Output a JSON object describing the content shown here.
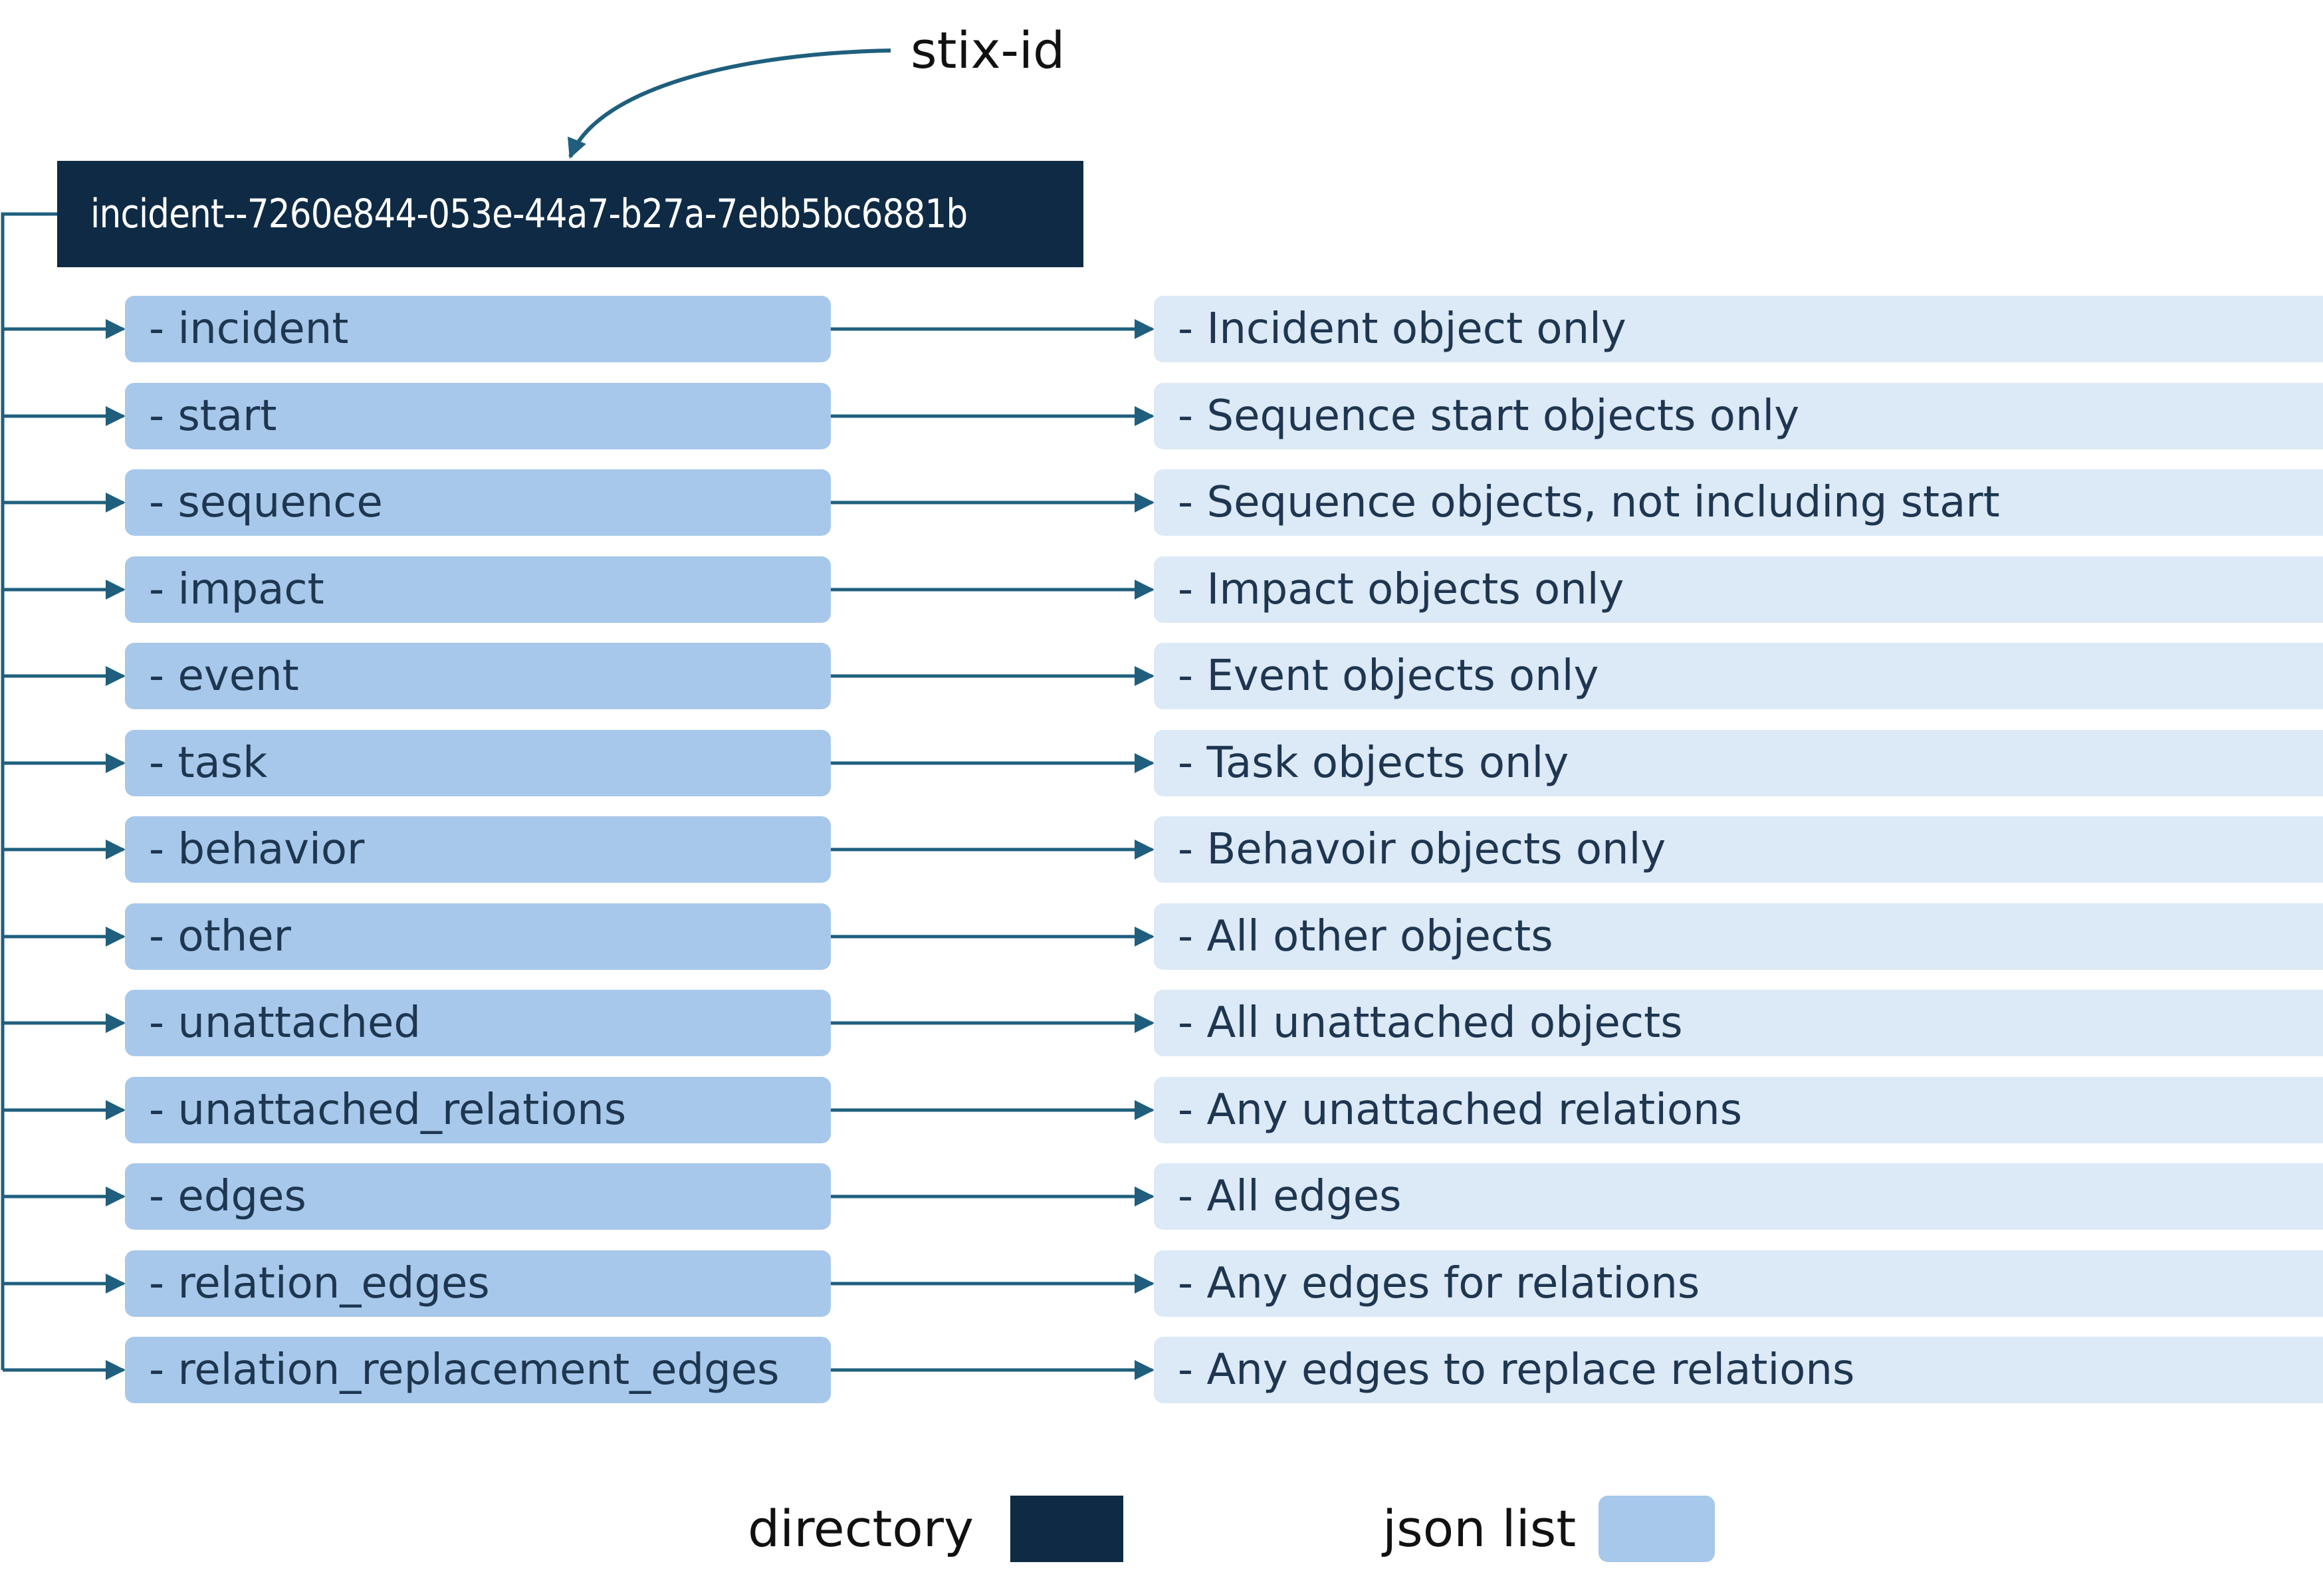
{
  "stix_label": "stix-id",
  "root": {
    "label": "incident--7260e844-053e-44a7-b27a-7ebb5bc6881b",
    "color": "#0f2a44"
  },
  "rows": [
    {
      "key": "- incident",
      "description": "- Incident object only"
    },
    {
      "key": "- start",
      "description": "- Sequence start objects only"
    },
    {
      "key": "- sequence",
      "description": "- Sequence objects, not including start"
    },
    {
      "key": "- impact",
      "description": "- Impact objects only"
    },
    {
      "key": "- event",
      "description": "- Event objects only"
    },
    {
      "key": "- task",
      "description": "- Task objects only"
    },
    {
      "key": "- behavior",
      "description": "- Behavoir objects only"
    },
    {
      "key": "- other",
      "description": "- All other objects"
    },
    {
      "key": "- unattached",
      "description": "- All unattached objects"
    },
    {
      "key": "- unattached_relations",
      "description": "- Any unattached relations"
    },
    {
      "key": "- edges",
      "description": "- All edges"
    },
    {
      "key": "- relation_edges",
      "description": "- Any edges  for relations"
    },
    {
      "key": "- relation_replacement_edges",
      "description": "- Any edges to replace relations"
    }
  ],
  "legend": {
    "directory_label": "directory",
    "directory_color": "#0f2a44",
    "json_list_label": "json list",
    "json_list_color": "#a7c8ea"
  },
  "colors": {
    "connector": "#1f5f7d",
    "key_fill": "#a7c8ea",
    "description_fill": "#dce9f6"
  }
}
